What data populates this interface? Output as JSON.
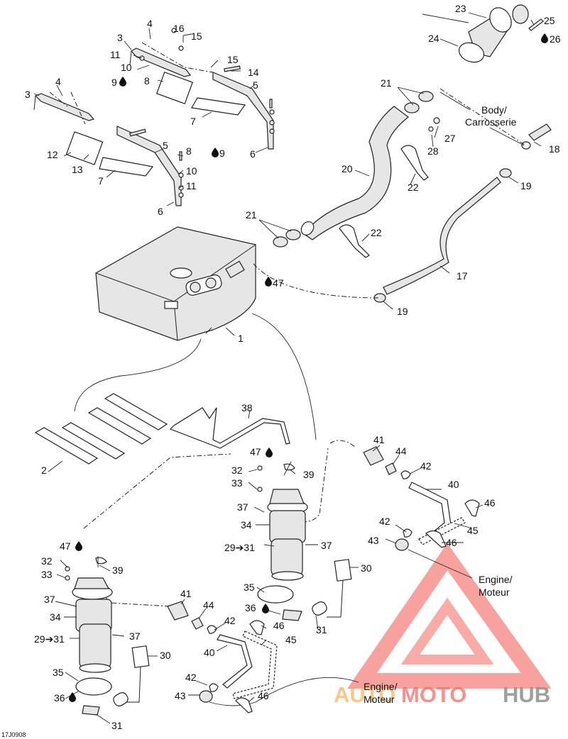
{
  "labels": {
    "l1": "1",
    "l2": "2",
    "l3a": "3",
    "l3b": "3",
    "l4a": "4",
    "l4b": "4",
    "l5a": "5",
    "l5b": "5",
    "l6a": "6",
    "l6b": "6",
    "l7a": "7",
    "l7b": "7",
    "l8a": "8",
    "l8b": "8",
    "l9a": "9",
    "l9b": "9",
    "l10a": "10",
    "l10b": "10",
    "l11a": "11",
    "l11b": "11",
    "l12": "12",
    "l13": "13",
    "l14": "14",
    "l15a": "15",
    "l15b": "15",
    "l16": "16",
    "l17": "17",
    "l18": "18",
    "l19a": "19",
    "l19b": "19",
    "l20": "20",
    "l21a": "21",
    "l21b": "21",
    "l22a": "22",
    "l22b": "22",
    "l23": "23",
    "l24": "24",
    "l25": "25",
    "l26": "26",
    "l27": "27",
    "l28": "28",
    "l2931a": "29➔31",
    "l2931b": "29➔31",
    "l30a": "30",
    "l30b": "30",
    "l31a": "31",
    "l31b": "31",
    "l32a": "32",
    "l32b": "32",
    "l33a": "33",
    "l33b": "33",
    "l34a": "34",
    "l34b": "34",
    "l35a": "35",
    "l35b": "35",
    "l36a": "36",
    "l36b": "36",
    "l37a": "37",
    "l37b": "37",
    "l37c": "37",
    "l37d": "37",
    "l38": "38",
    "l39a": "39",
    "l39b": "39",
    "l40a": "40",
    "l40b": "40",
    "l41a": "41",
    "l41b": "41",
    "l42a": "42",
    "l42b": "42",
    "l42c": "42",
    "l42d": "42",
    "l43a": "43",
    "l43b": "43",
    "l44a": "44",
    "l44b": "44",
    "l45a": "45",
    "l45b": "45",
    "l46a": "46",
    "l46b": "46",
    "l46c": "46",
    "l46d": "46",
    "l47a": "47",
    "l47b": "47",
    "l47c": "47"
  },
  "callouts": {
    "body": "Body/",
    "carrosserie": "Carrosserie",
    "engine1": "Engine/",
    "moteur1": "Moteur",
    "engine2": "Engine/",
    "moteur2": "Moteur"
  },
  "figure_code": "17J0908",
  "watermark": {
    "part1": "AUTO",
    "part2": "MOTO",
    "part3": "HUB",
    "color_red": "#f04a44",
    "color_orange": "#f6a33b",
    "color_gray": "#7d7d7d"
  },
  "drop_icon": "oil-drop-icon",
  "arrow_icon": "right-arrow-icon"
}
